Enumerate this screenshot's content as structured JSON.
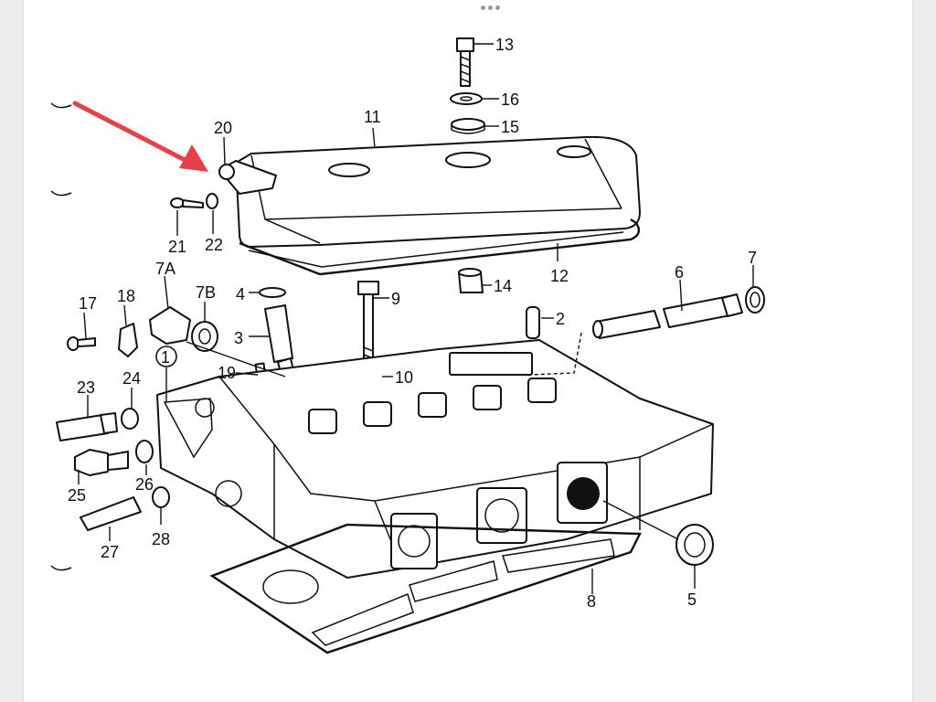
{
  "arrow_color": "#e8404a",
  "callouts": {
    "p1": "1",
    "p2": "2",
    "p3": "3",
    "p4": "4",
    "p5": "5",
    "p6": "6",
    "p7": "7",
    "p7a": "7A",
    "p7b": "7B",
    "p8": "8",
    "p9": "9",
    "p10": "10",
    "p11": "11",
    "p12": "12",
    "p13": "13",
    "p14": "14",
    "p15": "15",
    "p16": "16",
    "p17": "17",
    "p18": "18",
    "p19": "19",
    "p20": "20",
    "p21": "21",
    "p22": "22",
    "p23": "23",
    "p24": "24",
    "p25": "25",
    "p26": "26",
    "p27": "27",
    "p28": "28"
  }
}
